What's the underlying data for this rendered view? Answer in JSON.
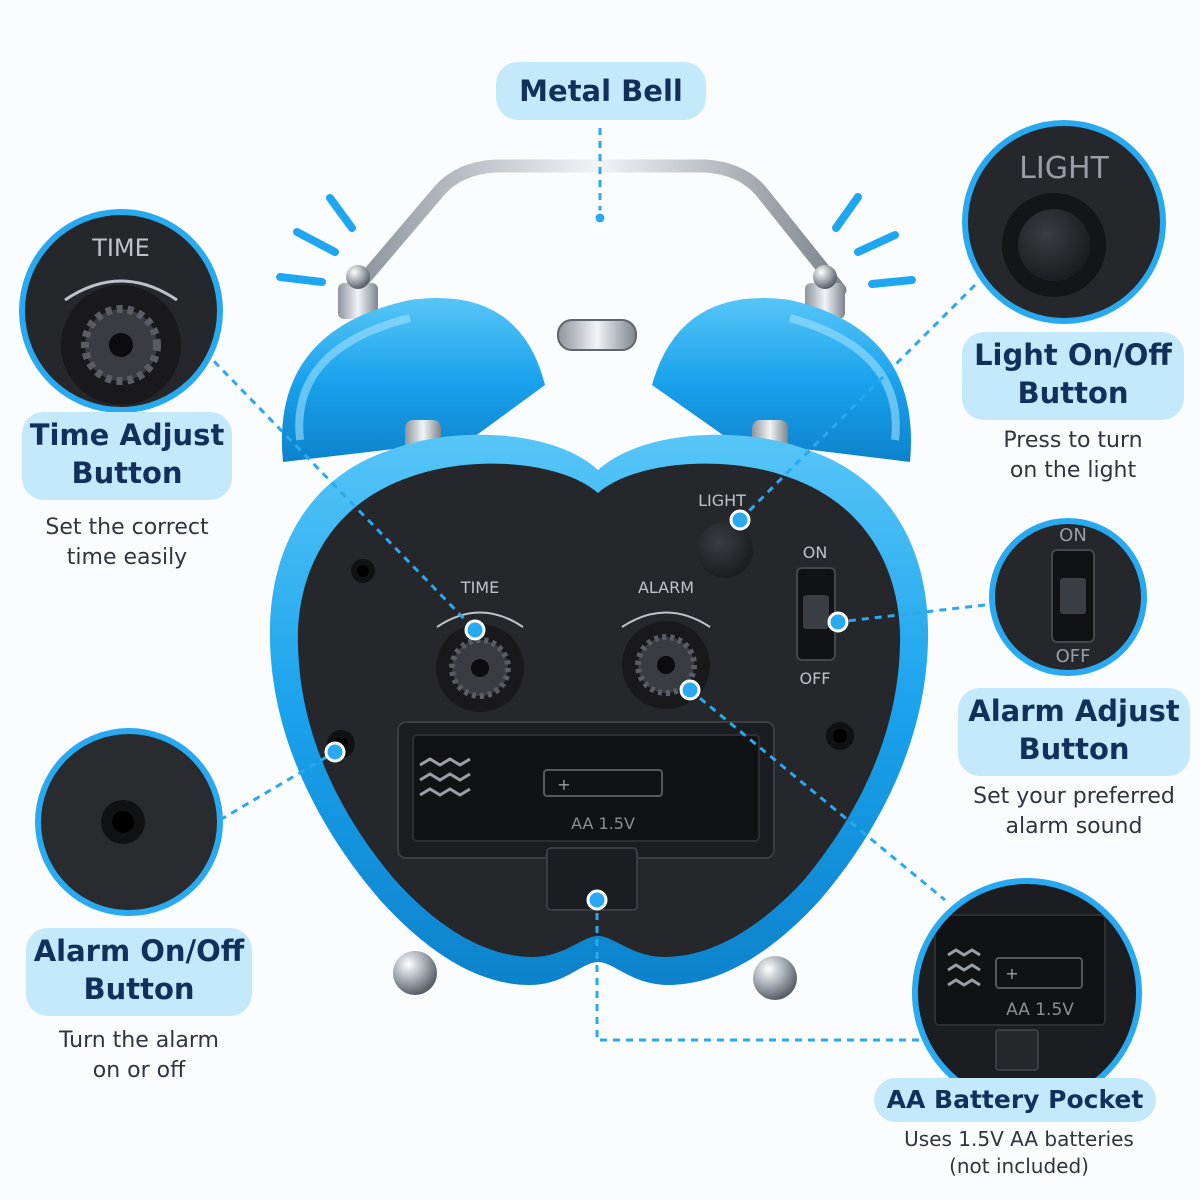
{
  "callouts": {
    "metal_bell": {
      "title": "Metal Bell"
    },
    "time_adjust": {
      "title": [
        "Time Adjust",
        "Button"
      ],
      "desc": [
        "Set the correct",
        "time easily"
      ]
    },
    "light": {
      "title": [
        "Light On/Off",
        "Button"
      ],
      "desc": [
        "Press to turn",
        "on the light"
      ]
    },
    "alarm_adjust": {
      "title": [
        "Alarm Adjust",
        "Button"
      ],
      "desc": [
        "Set your preferred",
        "alarm sound"
      ]
    },
    "alarm_onoff": {
      "title": [
        "Alarm On/Off",
        "Button"
      ],
      "desc": [
        "Turn the alarm",
        "on or off"
      ]
    },
    "battery": {
      "title": "AA Battery Pocket",
      "desc": [
        "Uses 1.5V AA batteries",
        "(not included)"
      ]
    }
  },
  "clock_labels": {
    "time": "TIME",
    "alarm": "ALARM",
    "light": "LIGHT",
    "on": "ON",
    "off": "OFF",
    "battery": "AA 1.5V",
    "plus": "+"
  },
  "colors": {
    "accent": "#29a9ef",
    "body_blue": "#1aa2ec",
    "panel": "#232427",
    "pill": "#c4e9fb",
    "heading": "#13305a"
  }
}
